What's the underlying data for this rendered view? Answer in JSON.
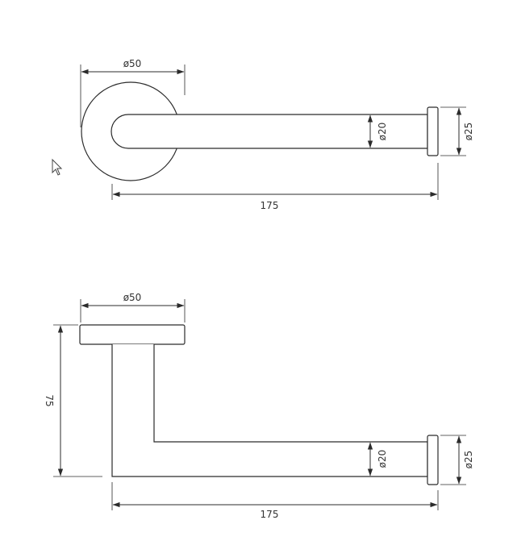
{
  "top_view": {
    "rose_diameter": "ø50",
    "lever_diameter": "ø20",
    "end_cap_diameter": "ø25",
    "length": "175"
  },
  "side_view": {
    "rose_diameter": "ø50",
    "lever_diameter": "ø20",
    "end_cap_diameter": "ø25",
    "projection": "75",
    "length": "175"
  },
  "icons": {
    "cursor": "mouse-pointer-icon"
  }
}
